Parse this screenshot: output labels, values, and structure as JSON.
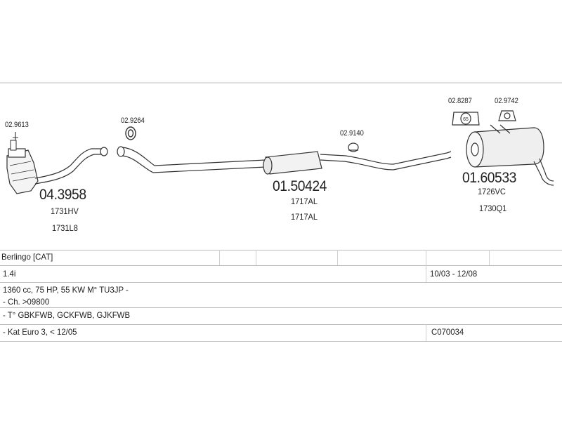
{
  "parts": {
    "cat_clamp": "02.9613",
    "front_pipe": "04.3958",
    "front_pipe_ref1": "1731HV",
    "front_pipe_ref2": "1731L8",
    "ring_gasket": "02.9264",
    "middle_silencer": "01.50424",
    "middle_silencer_ref1": "1717AL",
    "middle_silencer_ref2": "1717AL",
    "mount_rubber": "02.9140",
    "rubber_ring": "02.8287",
    "hanger": "02.9742",
    "rear_silencer": "01.60533",
    "rear_silencer_ref1": "1726VC",
    "rear_silencer_ref2": "1730Q1"
  },
  "table": {
    "model": "Berlingo  [CAT]",
    "engine": "1.4i",
    "years": "10/03 - 12/08",
    "specs": "1360 cc, 75 HP, 55 KW M° TU3JP -",
    "chassis": "- Ch. >09800",
    "types": "- T° GBKFWB, GCKFWB, GJKFWB",
    "norm": "- Kat Euro 3, < 12/05",
    "catalog_code": "C070034"
  },
  "colors": {
    "line": "#333333",
    "rule": "#bdbdbd"
  }
}
